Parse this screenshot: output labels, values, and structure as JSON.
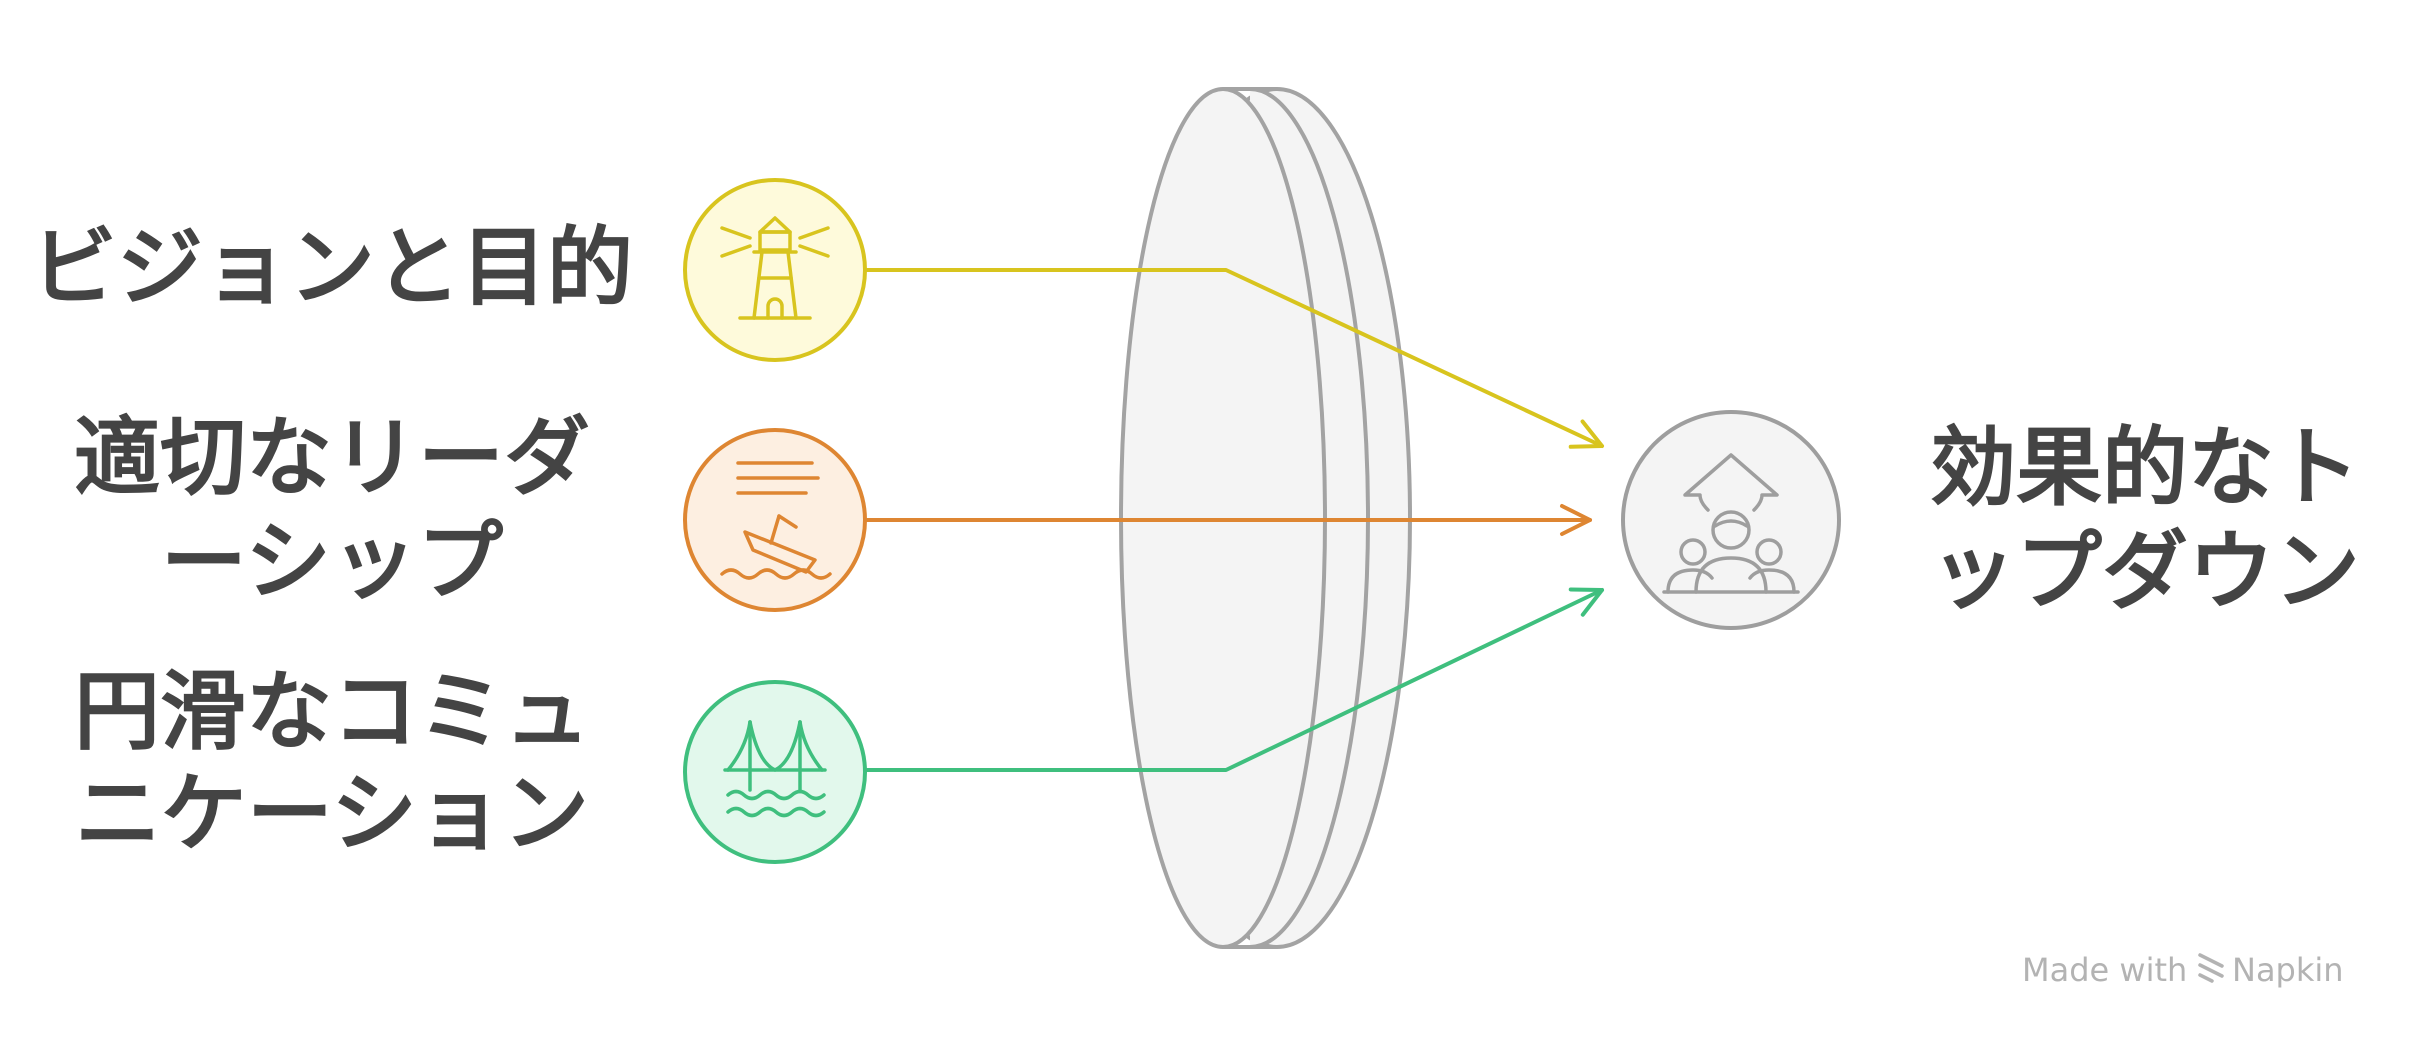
{
  "inputs": [
    {
      "label_lines": [
        "ビジョンと目的"
      ],
      "icon": "lighthouse-icon",
      "stroke": "#D8C41E",
      "fill": "#FEFADB"
    },
    {
      "label_lines": [
        "適切なリーダ",
        "ーシップ"
      ],
      "icon": "sinking-boat-icon",
      "stroke": "#DE8632",
      "fill": "#FDEFE1"
    },
    {
      "label_lines": [
        "円滑なコミュ",
        "ニケーション"
      ],
      "icon": "bridge-icon",
      "stroke": "#3FBF7E",
      "fill": "#E2F8EC"
    }
  ],
  "lens": {
    "stroke": "#A3A3A3",
    "fill": "#F4F4F4"
  },
  "outcome": {
    "label_lines": [
      "効果的なト",
      "ップダウン"
    ],
    "icon": "team-growth-icon",
    "stroke": "#9E9E9E",
    "fill": "#F4F4F4"
  },
  "label_color": "#444444",
  "watermark": {
    "prefix": "Made with",
    "brand": "Napkin",
    "icon": "napkin-logo-icon",
    "color": "#B3B3B3"
  }
}
